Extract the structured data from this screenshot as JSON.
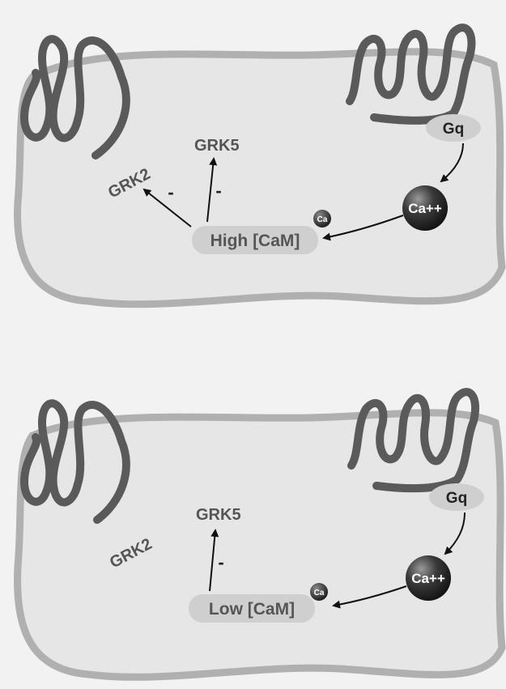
{
  "panels": {
    "top": {
      "gq": "Gq",
      "calcium": "Ca++",
      "calmodulin": "High [CaM]",
      "ca_small": "Ca",
      "grk2": "GRK2",
      "grk5": "GRK5",
      "minus_grk2": "-",
      "minus_grk5": "-"
    },
    "bottom": {
      "gq": "Gq",
      "calcium": "Ca++",
      "calmodulin": "Low [CaM]",
      "ca_small": "Ca",
      "grk2": "GRK2",
      "grk5": "GRK5",
      "minus_grk5": "-"
    }
  },
  "colors": {
    "membrane": "#b0b0b0",
    "cell_fill": "#e6e6e6",
    "receptor": "#5a5a5a",
    "calcium_ball": "#2a2a2a",
    "capsule": "#cfcfcf",
    "text": "#555555"
  }
}
